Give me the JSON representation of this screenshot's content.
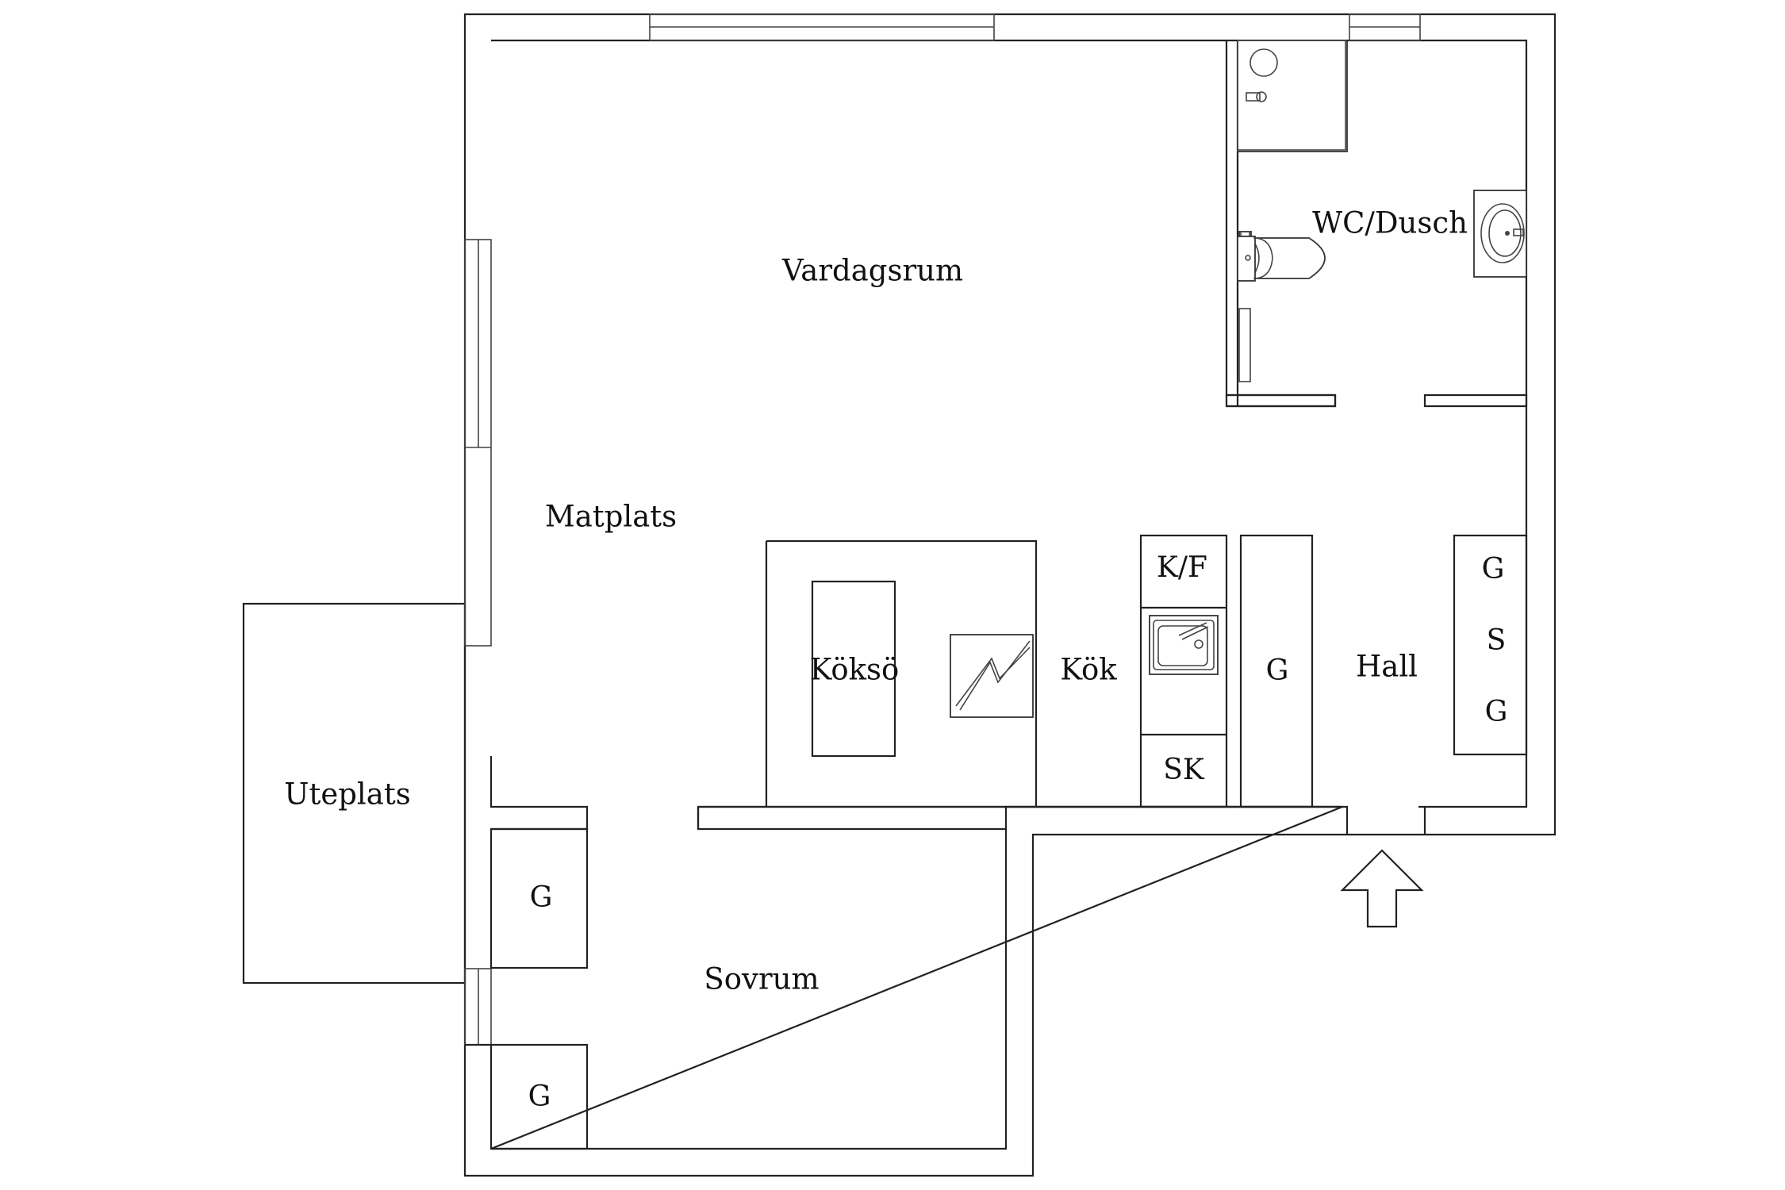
{
  "rooms": {
    "vardagsrum": "Vardagsrum",
    "wc_dusch": "WC/Dusch",
    "matplats": "Matplats",
    "koksö": "Köksö",
    "kok": "Kök",
    "hall": "Hall",
    "uteplats": "Uteplats",
    "sovrum": "Sovrum"
  },
  "fixtures": {
    "kf": "K/F",
    "sk": "SK",
    "g_hall_left": "G",
    "g_hall_right_top": "G",
    "s_hall_right": "S",
    "g_hall_right_bottom": "G",
    "g_sovrum_top": "G",
    "g_sovrum_bottom": "G"
  },
  "colors": {
    "line": "#222222",
    "background": "#ffffff"
  },
  "icons": [
    "entrance-arrow-icon",
    "shower-icon",
    "toilet-icon",
    "washbasin-icon",
    "sink-icon",
    "stove-icon"
  ]
}
